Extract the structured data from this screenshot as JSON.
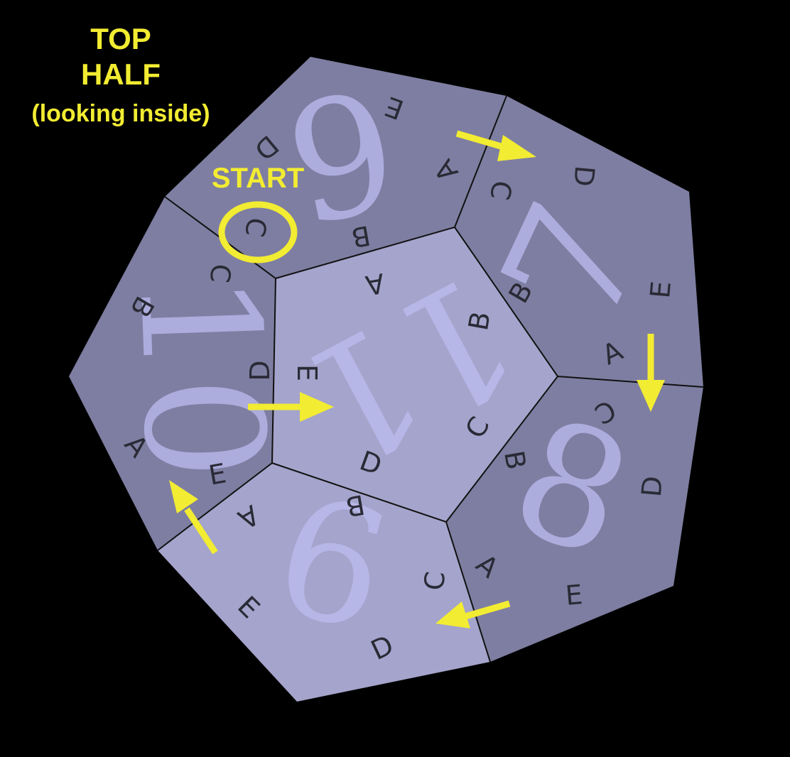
{
  "title": {
    "line1": "TOP",
    "line2": "HALF",
    "line3": "(looking inside)"
  },
  "start_label": "START",
  "colors": {
    "accent": "#f2ec32",
    "background": "#000000",
    "face_center": "#a4a4cc",
    "face_dark": "#7e7ea2",
    "numeral": "#bcbcf0"
  },
  "faces": {
    "center": {
      "number": "11",
      "letters": [
        "A",
        "B",
        "C",
        "D",
        "E"
      ]
    },
    "top": {
      "number": "6",
      "letters": [
        "E",
        "A",
        "B",
        "C",
        "D"
      ]
    },
    "right": {
      "number": "7",
      "letters": [
        "D",
        "E",
        "A",
        "B",
        "C"
      ]
    },
    "lower_right": {
      "number": "8",
      "letters": [
        "D",
        "E",
        "A",
        "B",
        "C"
      ]
    },
    "bottom": {
      "number": "9",
      "letters": [
        "B",
        "C",
        "D",
        "E",
        "A"
      ]
    },
    "left": {
      "number": "10",
      "letters": [
        "C",
        "B",
        "A",
        "E",
        "D"
      ]
    }
  }
}
